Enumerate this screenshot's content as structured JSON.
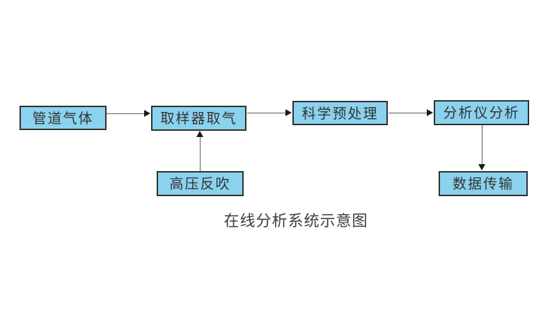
{
  "diagram": {
    "caption": "在线分析系统示意图",
    "nodes": {
      "pipeline_gas": {
        "label": "管道气体"
      },
      "sampler": {
        "label": "取样器取气"
      },
      "pretreatment": {
        "label": "科学预处理"
      },
      "analyzer": {
        "label": "分析仪分析"
      },
      "backflush": {
        "label": "高压反吹"
      },
      "data_transmission": {
        "label": "数据传输"
      }
    },
    "edges": [
      {
        "from": "pipeline_gas",
        "to": "sampler",
        "direction": "right"
      },
      {
        "from": "sampler",
        "to": "pretreatment",
        "direction": "right"
      },
      {
        "from": "pretreatment",
        "to": "analyzer",
        "direction": "right"
      },
      {
        "from": "backflush",
        "to": "sampler",
        "direction": "up"
      },
      {
        "from": "analyzer",
        "to": "data_transmission",
        "direction": "down"
      }
    ],
    "colors": {
      "box_fill": "#8ad2ee",
      "box_border": "#2e2e2e",
      "arrow_line": "#5a5a5a",
      "arrow_head": "#1a1a1a",
      "text": "#333333",
      "background": "#ffffff"
    }
  }
}
